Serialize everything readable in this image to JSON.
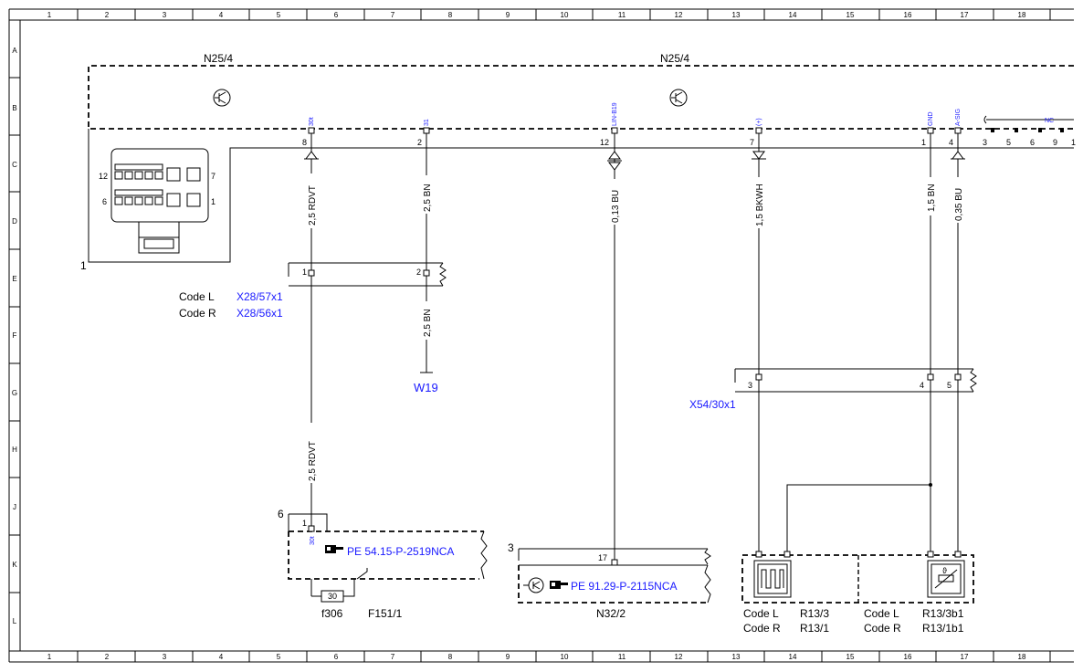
{
  "ruler": {
    "columns": [
      "1",
      "2",
      "3",
      "4",
      "5",
      "6",
      "7",
      "8",
      "9",
      "10",
      "11",
      "12",
      "13",
      "14",
      "15",
      "16",
      "17",
      "18"
    ],
    "rows": [
      "A",
      "B",
      "C",
      "D",
      "E",
      "F",
      "G",
      "H",
      "J",
      "K",
      "L"
    ]
  },
  "components": {
    "n25_4_left": "N25/4",
    "n25_4_right": "N25/4",
    "connector_cavity_12": "12",
    "connector_cavity_7": "7",
    "connector_cavity_6": "6",
    "connector_cavity_1": "1",
    "connector_ref": "1",
    "w19": "W19",
    "f151_box_ref": "6",
    "f306": "f306",
    "f151_1": "F151/1",
    "fuse_value": "30",
    "n32_2_box_ref": "3",
    "n32_2": "N32/2"
  },
  "pins": [
    {
      "num": "8",
      "signal": "30t"
    },
    {
      "num": "2",
      "signal": "31"
    },
    {
      "num": "12",
      "signal": "LIN-B19"
    },
    {
      "num": "7",
      "signal": "(+)"
    },
    {
      "num": "1",
      "signal": "GND"
    },
    {
      "num": "4",
      "signal": "A-SIG"
    }
  ],
  "nc_pins": {
    "label": "NC",
    "nums": [
      "3",
      "5",
      "6",
      "9",
      "1"
    ]
  },
  "wires": {
    "w1": "2,5 RDVT",
    "w2": "2,5 BN",
    "w3": "0,13 BU",
    "w4": "1,5 BKWH",
    "w5": "1,5 BN",
    "w6": "0,35 BU",
    "w7": "2,5 BN",
    "w8": "2,5 RDVT"
  },
  "x28": {
    "code_l": "Code L",
    "code_l_ref": "X28/57x1",
    "code_r": "Code R",
    "code_r_ref": "X28/56x1",
    "pin_a": "1",
    "pin_b": "2"
  },
  "x54": {
    "ref": "X54/30x1",
    "pin_a": "3",
    "pin_b": "4",
    "pin_c": "5"
  },
  "f151_pins": {
    "pin": "1",
    "signal": "30t"
  },
  "n32_pin": "17",
  "refs": {
    "pe_fuse": "PE 54.15-P-2519NCA",
    "pe_n32": "PE 91.29-P-2115NCA"
  },
  "r13": {
    "left_code_l": "Code L",
    "left_ref_l": "R13/3",
    "left_code_r": "Code R",
    "left_ref_r": "R13/1",
    "right_code_l": "Code L",
    "right_ref_l": "R13/3b1",
    "right_code_r": "Code R",
    "right_ref_r": "R13/1b1"
  },
  "icons": [
    "transistor-icon",
    "reference-hand-icon",
    "motor-icon",
    "heater-element-icon",
    "temperature-sensor-icon"
  ]
}
